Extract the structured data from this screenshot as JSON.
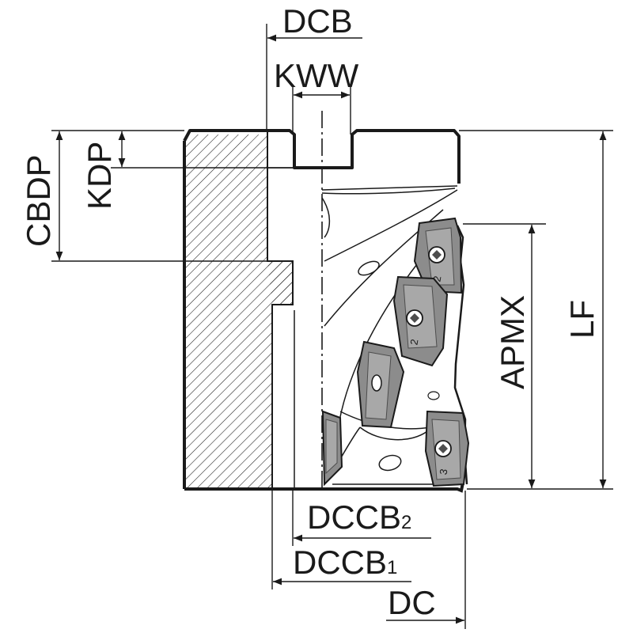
{
  "dimensions": {
    "dcb": "DCB",
    "kww": "KWW",
    "cbdp": "CBDP",
    "kdp": "KDP",
    "apmx": "APMX",
    "lf": "LF",
    "dccb2": {
      "base": "DCCB",
      "sub": "2"
    },
    "dccb1": {
      "base": "DCCB",
      "sub": "1"
    },
    "dc": "DC"
  },
  "insert_marks": [
    "2",
    "2",
    "3"
  ],
  "colors": {
    "line": "#1a1a1a",
    "insert_fill": "#8c8c8c",
    "insert_dark": "#4d4d4d",
    "background": "#ffffff"
  }
}
